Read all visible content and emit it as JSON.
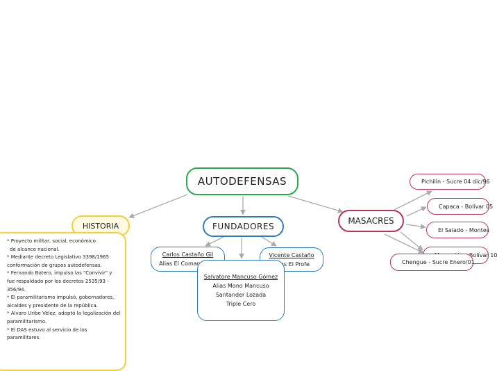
{
  "central": {
    "label": "AUTODEFENSAS"
  },
  "historia": {
    "label": "HISTORIA",
    "text": [
      "* Proyecto militar, social, económico",
      "  de alcance nacional.",
      "* Mediante decreto Legislativo 3398/1965",
      "conformación de grupos autodefensas.",
      "* Fernando Botero, impulso las \"Convivir\" y",
      "fue respaldado por los decretos 2535/93 -",
      "356/94.",
      "* El paramilitarismo impulsó, gobernadores,",
      "alcaldes y presidente de la república.",
      "* Álvaro Uribe Vélez, adoptó la legalización del",
      "paramilitarismo.",
      "* El DAS estuvo al servicio de los",
      "paramilitares."
    ]
  },
  "fundadores": {
    "label": "FUNDADORES",
    "carlos": {
      "name": "Carlos Castaño Gil",
      "alias": "Alias El Comandante"
    },
    "vicente": {
      "name": "Vicente Castaño",
      "alias": "Alias El Profe"
    },
    "salvatore": {
      "name": "Salvatore Mancuso Gómez",
      "alias": "Alias Mono Mancuso",
      "alias2": "Santander Lozada",
      "alias3": "Triple Cero"
    }
  },
  "masacres": {
    "label": "MASACRES",
    "items": [
      "Pichilín - Sucre 04 dic/96",
      "Capaca - Bolívar 05",
      "El Salado - Montes",
      "Mampuján - Bolívar 10",
      "Chengue - Sucre Enero/01"
    ]
  },
  "colors": {
    "central": "#2aa84a",
    "historia": "#f2d03a",
    "fundadores": "#2c7bbf",
    "masacres": "#b7335a",
    "connector": "#a9a9a9"
  }
}
